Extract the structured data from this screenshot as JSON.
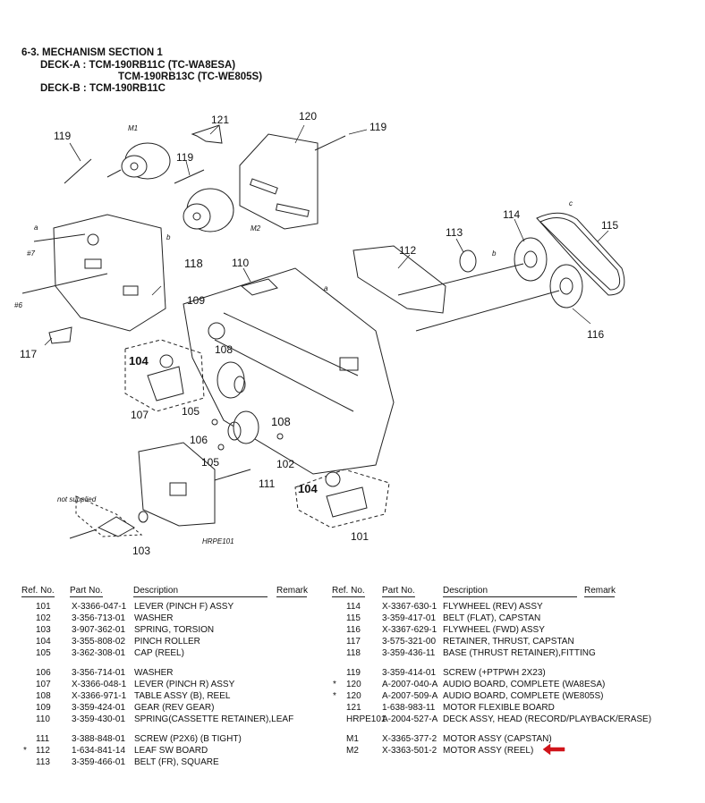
{
  "header": {
    "title": "6-3. MECHANISM SECTION 1",
    "deck_a_1": "DECK-A : TCM-190RB11C (TC-WA8ESA)",
    "deck_a_2": "TCM-190RB13C (TC-WE805S)",
    "deck_b": "DECK-B : TCM-190RB11C"
  },
  "diagram": {
    "labels": [
      "119",
      "121",
      "M1",
      "120",
      "119",
      "119",
      "M2",
      "a",
      "b",
      "#7",
      "118",
      "114",
      "115",
      "113",
      "b",
      "112",
      "110",
      "a",
      "c",
      "#6",
      "109",
      "116",
      "117",
      "104",
      "108",
      "105",
      "107",
      "106",
      "108",
      "105",
      "102",
      "111",
      "104",
      "not supplied",
      "103",
      "HRPE101",
      "101"
    ]
  },
  "columns": {
    "ref": "Ref. No.",
    "part": "Part No.",
    "desc": "Description",
    "remark": "Remark"
  },
  "left_rows": [
    {
      "mark": "",
      "ref": "101",
      "part": "X-3366-047-1",
      "desc": "LEVER (PINCH F) ASSY"
    },
    {
      "mark": "",
      "ref": "102",
      "part": "3-356-713-01",
      "desc": "WASHER"
    },
    {
      "mark": "",
      "ref": "103",
      "part": "3-907-362-01",
      "desc": "SPRING, TORSION"
    },
    {
      "mark": "",
      "ref": "104",
      "part": "3-355-808-02",
      "desc": "PINCH ROLLER"
    },
    {
      "mark": "",
      "ref": "105",
      "part": "3-362-308-01",
      "desc": "CAP (REEL)"
    },
    {
      "mark": "",
      "ref": "106",
      "part": "3-356-714-01",
      "desc": "WASHER"
    },
    {
      "mark": "",
      "ref": "107",
      "part": "X-3366-048-1",
      "desc": "LEVER (PINCH R) ASSY"
    },
    {
      "mark": "",
      "ref": "108",
      "part": "X-3366-971-1",
      "desc": "TABLE ASSY (B), REEL"
    },
    {
      "mark": "",
      "ref": "109",
      "part": "3-359-424-01",
      "desc": "GEAR (REV GEAR)"
    },
    {
      "mark": "",
      "ref": "110",
      "part": "3-359-430-01",
      "desc": "SPRING(CASSETTE RETAINER),LEAF"
    },
    {
      "mark": "",
      "ref": "111",
      "part": "3-388-848-01",
      "desc": "SCREW (P2X6) (B TIGHT)"
    },
    {
      "mark": "*",
      "ref": "112",
      "part": "1-634-841-14",
      "desc": "LEAF SW BOARD"
    },
    {
      "mark": "",
      "ref": "113",
      "part": "3-359-466-01",
      "desc": "BELT (FR), SQUARE"
    }
  ],
  "right_rows": [
    {
      "mark": "",
      "ref": "114",
      "part": "X-3367-630-1",
      "desc": "FLYWHEEL (REV) ASSY"
    },
    {
      "mark": "",
      "ref": "115",
      "part": "3-359-417-01",
      "desc": "BELT (FLAT), CAPSTAN"
    },
    {
      "mark": "",
      "ref": "116",
      "part": "X-3367-629-1",
      "desc": "FLYWHEEL (FWD) ASSY"
    },
    {
      "mark": "",
      "ref": "117",
      "part": "3-575-321-00",
      "desc": "RETAINER, THRUST, CAPSTAN"
    },
    {
      "mark": "",
      "ref": "118",
      "part": "3-359-436-11",
      "desc": "BASE (THRUST RETAINER),FITTING"
    },
    {
      "mark": "",
      "ref": "119",
      "part": "3-359-414-01",
      "desc": "SCREW (+PTPWH 2X23)"
    },
    {
      "mark": "*",
      "ref": "120",
      "part": "A-2007-040-A",
      "desc": "AUDIO BOARD, COMPLETE (WA8ESA)"
    },
    {
      "mark": "*",
      "ref": "120",
      "part": "A-2007-509-A",
      "desc": "AUDIO BOARD, COMPLETE (WE805S)"
    },
    {
      "mark": "",
      "ref": "121",
      "part": "1-638-983-11",
      "desc": "MOTOR FLEXIBLE BOARD"
    },
    {
      "mark": "",
      "ref": "HRPE101",
      "part": "A-2004-527-A",
      "desc": "DECK ASSY, HEAD (RECORD/PLAYBACK/ERASE)"
    },
    {
      "mark": "",
      "ref": "M1",
      "part": "X-3365-377-2",
      "desc": "MOTOR ASSY (CAPSTAN)"
    },
    {
      "mark": "",
      "ref": "M2",
      "part": "X-3363-501-2",
      "desc": "MOTOR ASSY (REEL)"
    }
  ],
  "colors": {
    "highlight_arrow": "#d0141a"
  }
}
